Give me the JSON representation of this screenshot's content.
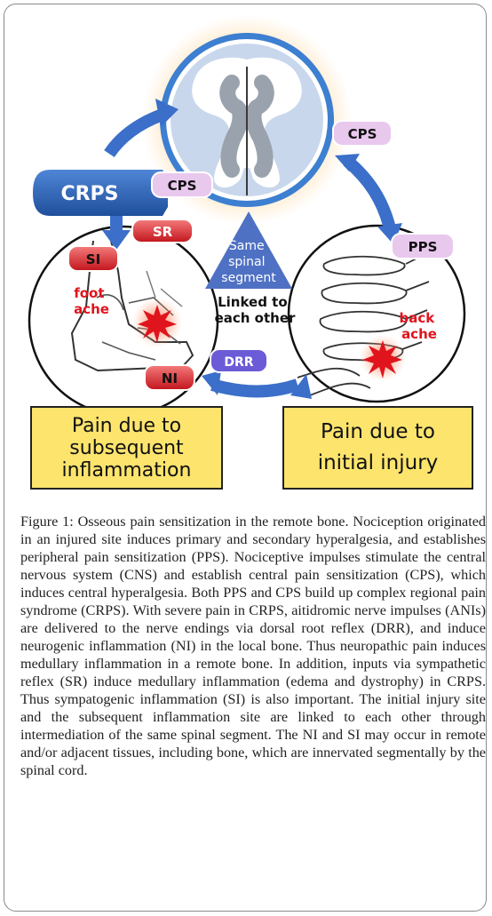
{
  "diagram": {
    "crps_label": "CRPS",
    "cps_left": "CPS",
    "cps_right": "CPS",
    "sr_label": "SR",
    "si_label": "SI",
    "pps_label": "PPS",
    "ni_label": "NI",
    "drr_label": "DRR",
    "foot_ache": [
      "foot",
      "ache"
    ],
    "back_ache": [
      "back",
      "ache"
    ],
    "same_segment": [
      "Same",
      "spinal",
      "segment"
    ],
    "linked": [
      "Linked to",
      "each other"
    ],
    "colors": {
      "arrow_blue": "#3b6fc9",
      "crps_blue": "#2f66b8",
      "pill_pink": "#e9c8ee",
      "pill_red": "#d42027",
      "triangle_blue": "#4f71c4",
      "box_yellow": "#fde46d",
      "ache_red": "#e0141d"
    }
  },
  "boxes": {
    "left": "Pain due to\nsubsequent\ninflammation",
    "right": "Pain due to\ninitial injury"
  },
  "caption": "Figure 1: Osseous pain sensitization in the remote bone. Nociception originated in an injured site induces primary and secondary hyperalgesia, and establishes peripheral pain sensitization (PPS). Nociceptive impulses stimulate the central nervous system (CNS) and establish central pain sensitization (CPS), which induces central hyperalgesia. Both PPS and CPS build up complex regional pain syndrome (CRPS). With severe pain in CRPS, aitidromic nerve impulses (ANIs) are delivered to the nerve endings via dorsal root reflex (DRR), and induce neurogenic inflammation (NI) in the local bone. Thus neuropathic pain induces medullary inflammation in a remote bone. In addition, inputs via sympathetic reflex (SR) induce medullary inflammation (edema and dystrophy) in CRPS. Thus sympatogenic inflammation (SI) is also important. The initial injury site and the subsequent inflammation site are linked to each other through intermediation of the same spinal segment. The NI and SI may occur in remote and/or adjacent tissues, including bone, which are innervated segmentally by the spinal cord."
}
